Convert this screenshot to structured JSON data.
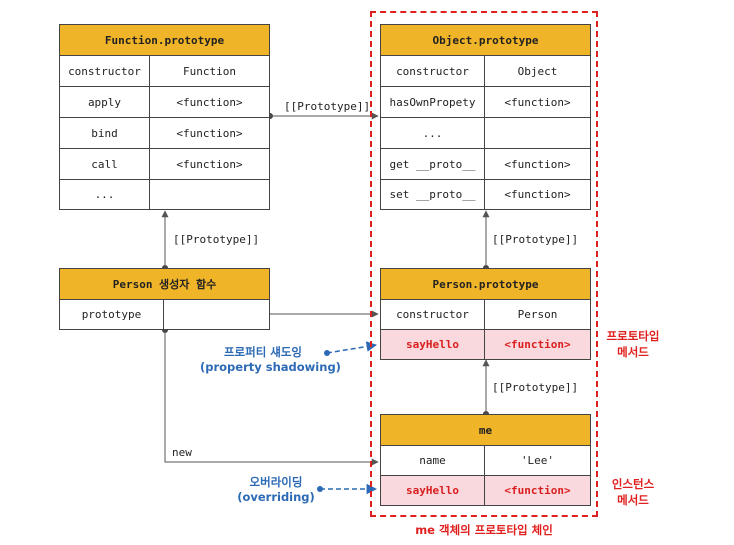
{
  "function_proto": {
    "title": "Function.prototype",
    "rows": [
      {
        "key": "constructor",
        "value": "Function"
      },
      {
        "key": "apply",
        "value": "<function>"
      },
      {
        "key": "bind",
        "value": "<function>"
      },
      {
        "key": "call",
        "value": "<function>"
      },
      {
        "key": "...",
        "value": ""
      }
    ]
  },
  "object_proto": {
    "title": "Object.prototype",
    "rows": [
      {
        "key": "constructor",
        "value": "Object"
      },
      {
        "key": "hasOwnPropety",
        "value": "<function>"
      },
      {
        "key": "...",
        "value": ""
      },
      {
        "key": "get __proto__",
        "value": "<function>"
      },
      {
        "key": "set __proto__",
        "value": "<function>"
      }
    ]
  },
  "person_ctor": {
    "title": "Person  생성자 함수",
    "rows": [
      {
        "key": "prototype",
        "value": ""
      }
    ]
  },
  "person_proto": {
    "title": "Person.prototype",
    "rows": [
      {
        "key": "constructor",
        "value": "Person"
      },
      {
        "key": "sayHello",
        "value": "<function>"
      }
    ]
  },
  "me": {
    "title": "me",
    "rows": [
      {
        "key": "name",
        "value": "'Lee'"
      },
      {
        "key": "sayHello",
        "value": "<function>"
      }
    ]
  },
  "labels": {
    "prototype_link": "[[Prototype]]",
    "new": "new",
    "proto_method_line1": "프로토타입",
    "proto_method_line2": "메서드",
    "instance_method_line1": "인스턴스",
    "instance_method_line2": "메서드",
    "shadowing_line1": "프로퍼티 섀도잉",
    "shadowing_line2": "(property shadowing)",
    "overriding_line1": "오버라이딩",
    "overriding_line2": "(overriding)",
    "chain_caption": "me 객체의 프로토타입 체인"
  },
  "colors": {
    "header": "#f0b429",
    "highlight_row": "#f9d9dd",
    "highlight_text": "#d81e1e",
    "chain_border": "#e0201e",
    "blue_label": "#2d6ab5",
    "line": "#555555"
  }
}
